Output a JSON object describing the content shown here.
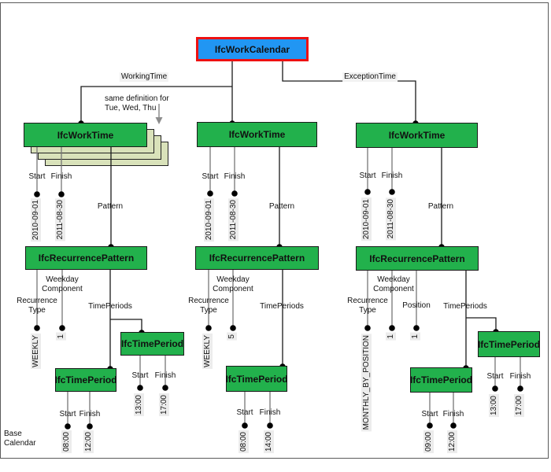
{
  "colors": {
    "entity_fill": "#22B14C",
    "root_fill": "#2196F3",
    "root_border": "#EE1111",
    "stack_fill": "#D9E2BA",
    "value_bg": "#ECECEC"
  },
  "nodes": {
    "work_calendar": "IfcWorkCalendar",
    "work_time": "IfcWorkTime",
    "recurrence_pattern": "IfcRecurrencePattern",
    "time_period": "IfcTimePeriod"
  },
  "edge_labels": {
    "working_time": "WorkingTime",
    "exception_time": "ExceptionTime",
    "pattern": "Pattern",
    "time_periods": "TimePeriods"
  },
  "attr_labels": {
    "start": "Start",
    "finish": "Finish",
    "recurrence_type": "Recurrence Type",
    "weekday_component": "Weekday Component",
    "position": "Position"
  },
  "annotations": {
    "stack_note": "same definition for\nTue, Wed, Thu",
    "base_calendar": "Base\nCalendar"
  },
  "values": {
    "col1": {
      "start_date": "2010-09-01",
      "finish_date": "2011-08-30",
      "recurrence_type": "WEEKLY",
      "weekday_component": "1",
      "period1_start": "13:00",
      "period1_finish": "17:00",
      "period2_start": "08:00",
      "period2_finish": "12:00"
    },
    "col2": {
      "start_date": "2010-09-01",
      "finish_date": "2011-08-30",
      "recurrence_type": "WEEKLY",
      "weekday_component": "5",
      "period_start": "08:00",
      "period_finish": "14:00"
    },
    "col3": {
      "start_date": "2010-09-01",
      "finish_date": "2011-08-30",
      "recurrence_type": "MONTHLY_BY_POSITION",
      "weekday_component": "1",
      "position": "1",
      "period1_start": "13:00",
      "period1_finish": "17:00",
      "period2_start": "09:00",
      "period2_finish": "12:00"
    }
  }
}
